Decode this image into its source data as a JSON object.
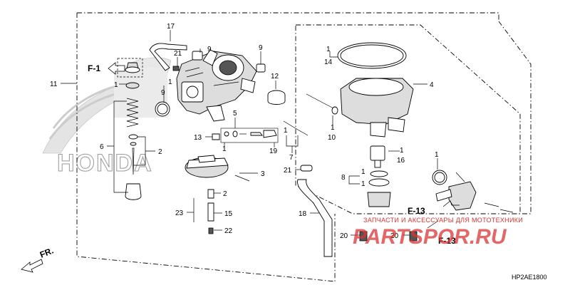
{
  "diagram_code": "HP2AE1800",
  "direction_label": "FR.",
  "ref_labels": {
    "f1": "F-1",
    "f13_a": "F-13",
    "f13_b": "F-13"
  },
  "watermark": {
    "line1": "ЗАПЧАСТИ И АКСЕССУАРЫ ДЛЯ МОТОТЕХНИКИ",
    "line2": "PARTSPOR.RU"
  },
  "brand_background": "HONDA",
  "callouts": {
    "c17": "17",
    "c21a": "21",
    "c9a": "9",
    "c9b": "9",
    "c9c": "9",
    "c1a": "1",
    "c1b": "1",
    "c11": "11",
    "c12": "12",
    "c5": "5",
    "c13": "13",
    "c1c": "1",
    "c19": "19",
    "c1d": "1",
    "c7": "7",
    "c6": "6",
    "c2a": "2",
    "c3": "3",
    "c2b": "2",
    "c23": "23",
    "c15": "15",
    "c22": "22",
    "c1e": "1",
    "c14": "14",
    "c4": "4",
    "c1f": "1",
    "c10": "10",
    "c1g": "1",
    "c16": "16",
    "c21b": "21",
    "c8": "8",
    "c1h": "1",
    "c1i": "1",
    "c1j": "1",
    "c18": "18",
    "c20a": "20",
    "c20b": "20"
  }
}
